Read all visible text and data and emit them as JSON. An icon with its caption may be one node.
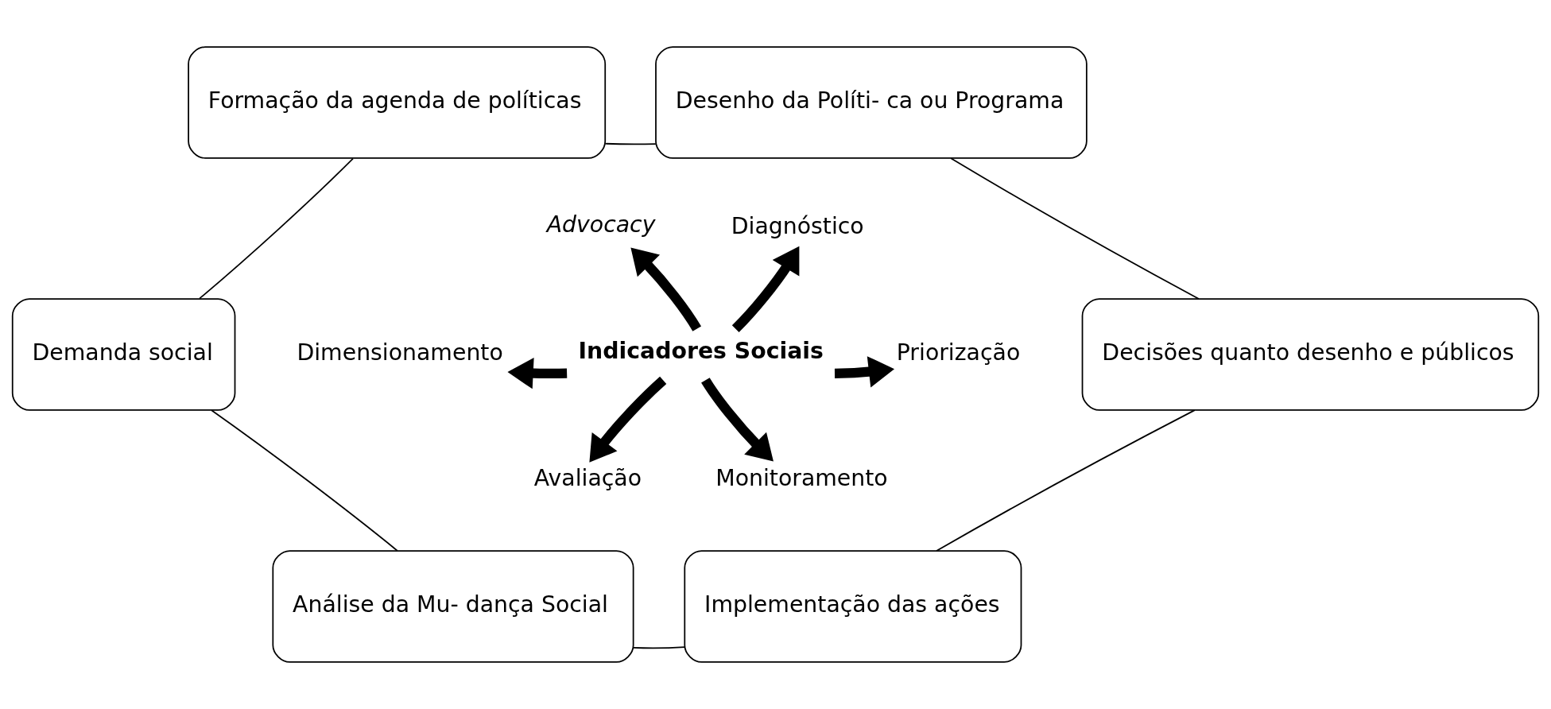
{
  "diagram": {
    "nodes": [
      {
        "text": [
          "Formação da agenda de políticas"
        ]
      },
      {
        "text": [
          "Desenho da Políti- ca ou Programa"
        ]
      },
      {
        "text": [
          "Decisões quanto desenho e públicos"
        ]
      },
      {
        "text": [
          "Implementação das ações"
        ]
      },
      {
        "text": [
          "Análise da Mu- dança Social"
        ]
      },
      {
        "text": [
          "Demanda social"
        ]
      },
      {
        "text": [
          "Indicadores Sociais"
        ]
      },
      {
        "text": [
          "Advocacy"
        ]
      },
      {
        "text": [
          "Diagnóstico"
        ]
      },
      {
        "text": [
          "Priorização"
        ]
      },
      {
        "text": [
          "Monitoramento"
        ]
      },
      {
        "text": [
          "Avaliação"
        ]
      },
      {
        "text": [
          "Dimensionamento"
        ]
      }
    ],
    "edges": [
      {
        "from": 5,
        "to": 0,
        "arrow": "none"
      },
      {
        "from": 0,
        "to": 1,
        "arrow": "none"
      },
      {
        "from": 1,
        "to": 2,
        "arrow": "none"
      },
      {
        "from": 2,
        "to": 3,
        "arrow": "none"
      },
      {
        "from": 3,
        "to": 4,
        "arrow": "none"
      },
      {
        "from": 4,
        "to": 5,
        "arrow": "none"
      },
      {
        "from": 6,
        "to": 7,
        "arrow": "to",
        "style": "thick"
      },
      {
        "from": 6,
        "to": 8,
        "arrow": "to",
        "style": "thick"
      },
      {
        "from": 6,
        "to": 9,
        "arrow": "to",
        "style": "thick"
      },
      {
        "from": 6,
        "to": 10,
        "arrow": "to",
        "style": "thick"
      },
      {
        "from": 6,
        "to": 11,
        "arrow": "to",
        "style": "thick"
      },
      {
        "from": 6,
        "to": 12,
        "arrow": "to",
        "style": "thick"
      }
    ]
  }
}
